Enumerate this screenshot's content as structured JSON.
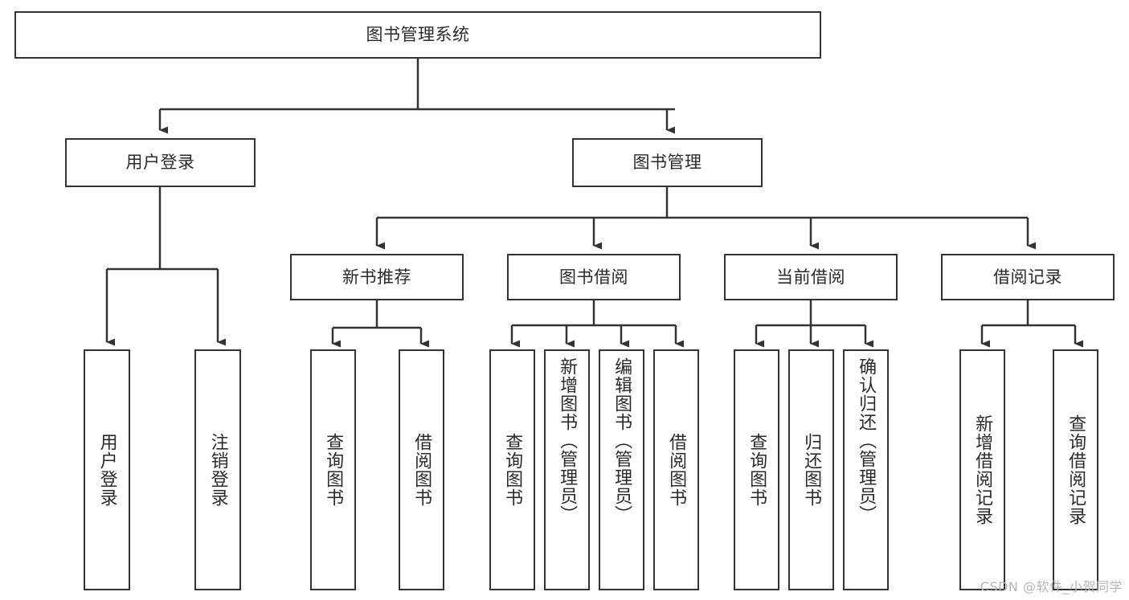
{
  "diagram": {
    "title": "图书管理系统",
    "type": "hierarchy-tree",
    "root": {
      "label": "图书管理系统"
    },
    "level2": [
      {
        "id": "user-login",
        "label": "用户登录"
      },
      {
        "id": "book-management",
        "label": "图书管理"
      }
    ],
    "level3": [
      {
        "id": "new-book-recommend",
        "label": "新书推荐",
        "parent": "book-management"
      },
      {
        "id": "book-borrow",
        "label": "图书借阅",
        "parent": "book-management"
      },
      {
        "id": "current-borrow",
        "label": "当前借阅",
        "parent": "book-management"
      },
      {
        "id": "borrow-record",
        "label": "借阅记录",
        "parent": "book-management"
      }
    ],
    "leaves": [
      {
        "id": "leaf-user-login",
        "label": "用户登录",
        "parent": "user-login"
      },
      {
        "id": "leaf-logout-login",
        "label": "注销登录",
        "parent": "user-login"
      },
      {
        "id": "leaf-query-book-1",
        "label": "查询图书",
        "parent": "new-book-recommend"
      },
      {
        "id": "leaf-borrow-book-1",
        "label": "借阅图书",
        "parent": "new-book-recommend"
      },
      {
        "id": "leaf-query-book-2",
        "label": "查询图书",
        "parent": "book-borrow"
      },
      {
        "id": "leaf-add-book",
        "label": "新增图书（管理员）",
        "parent": "book-borrow"
      },
      {
        "id": "leaf-edit-book",
        "label": "编辑图书（管理员）",
        "parent": "book-borrow"
      },
      {
        "id": "leaf-borrow-book-2",
        "label": "借阅图书",
        "parent": "book-borrow"
      },
      {
        "id": "leaf-query-book-3",
        "label": "查询图书",
        "parent": "current-borrow"
      },
      {
        "id": "leaf-return-book",
        "label": "归还图书",
        "parent": "current-borrow"
      },
      {
        "id": "leaf-confirm-return",
        "label": "确认归还（管理员）",
        "parent": "current-borrow"
      },
      {
        "id": "leaf-add-record",
        "label": "新增借阅记录",
        "parent": "borrow-record"
      },
      {
        "id": "leaf-query-record",
        "label": "查询借阅记录",
        "parent": "borrow-record"
      }
    ]
  },
  "watermark": {
    "text": "CSDN @软件_小贺同学"
  },
  "colors": {
    "box_border": "#333333",
    "box_fill": "#ffffff",
    "connector": "#333333",
    "text": "#2b2b2b",
    "watermark": "#b6b6b6",
    "background": "#ffffff"
  }
}
